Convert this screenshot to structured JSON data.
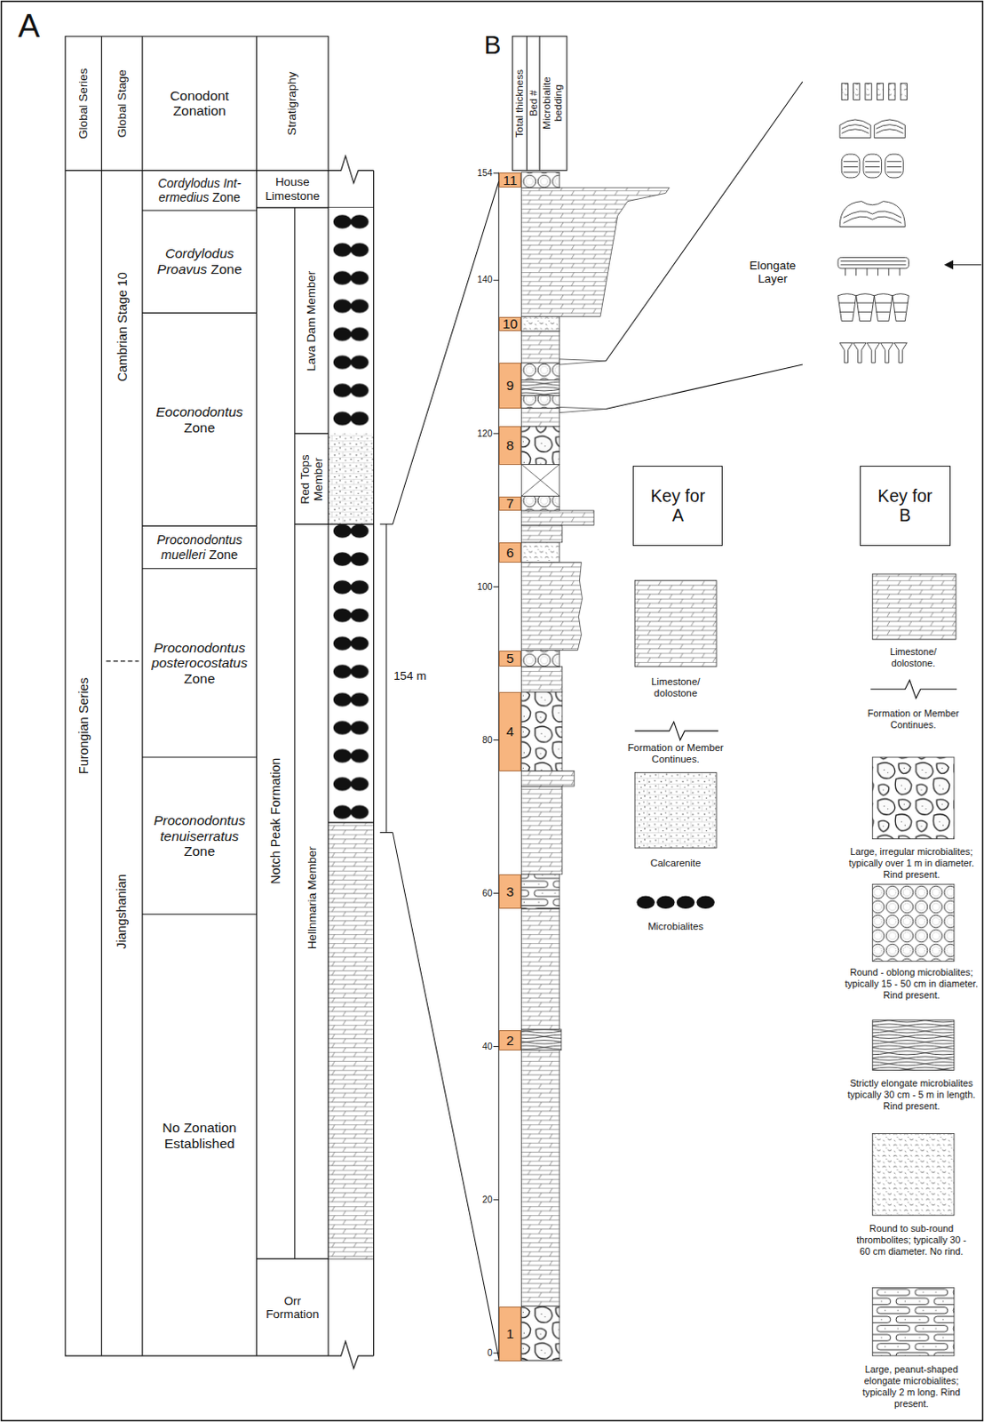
{
  "diagram": {
    "nodes": [
      {
        "text": [
          "Global Series"
        ]
      },
      {
        "text": [
          "Global Stage"
        ]
      },
      {
        "text": [
          "Conodont Zonation"
        ]
      },
      {
        "text": [
          "Stratigraphy"
        ]
      },
      {
        "text": [
          "Furongian Series"
        ]
      },
      {
        "text": [
          "Cambrian Stage 10"
        ]
      },
      {
        "text": [
          "Jiangshanian"
        ]
      },
      {
        "text": [
          "Cordylodus Int- ermedius Zone"
        ]
      },
      {
        "text": [
          "Cordylodus Proavus Zone"
        ]
      },
      {
        "text": [
          "Eoconodontus Zone"
        ]
      },
      {
        "text": [
          "Proconodontus muelleri Zone"
        ]
      },
      {
        "text": [
          "Proconodontus posterocostatus Zone"
        ]
      },
      {
        "text": [
          "Proconodontus tenuiserratus Zone"
        ]
      },
      {
        "text": [
          "No Zonation Established"
        ]
      },
      {
        "text": [
          "House Limestone"
        ]
      },
      {
        "text": [
          "Notch Peak Formation"
        ]
      },
      {
        "text": [
          "Lava Dam Member"
        ],
        "in": 15
      },
      {
        "text": [
          "Red Tops Member"
        ],
        "in": 15
      },
      {
        "text": [
          "Hellnmaria Member"
        ],
        "in": 15
      },
      {
        "text": [
          "Orr Formation"
        ]
      },
      {
        "text": [
          "Total thickness"
        ]
      },
      {
        "text": [
          "Bed #"
        ]
      },
      {
        "text": [
          "Microbialite bedding"
        ]
      },
      {
        "text": [
          "1"
        ]
      },
      {
        "text": [
          "2"
        ]
      },
      {
        "text": [
          "3"
        ]
      },
      {
        "text": [
          "4"
        ]
      },
      {
        "text": [
          "5"
        ]
      },
      {
        "text": [
          "6"
        ]
      },
      {
        "text": [
          "7"
        ]
      },
      {
        "text": [
          "8"
        ]
      },
      {
        "text": [
          "9"
        ]
      },
      {
        "text": [
          "10"
        ]
      },
      {
        "text": [
          "11"
        ]
      },
      {
        "text": [
          "Key for A"
        ]
      },
      {
        "text": [
          "Key for B"
        ]
      }
    ],
    "labels": [
      "A",
      "B",
      "154",
      "140",
      "120",
      "100",
      "80",
      "60",
      "40",
      "20",
      "0",
      "154 m",
      "Elongate Layer"
    ],
    "legend": [
      {
        "text": "Limestone/ dolostone"
      },
      {
        "text": "Formation or Member Continues."
      },
      {
        "text": "Calcarenite"
      },
      {
        "text": "Microbialites"
      },
      {
        "text": "Limestone/ dolostone."
      },
      {
        "text": "Formation or Member Continues."
      },
      {
        "text": "Large, irregular microbialites; typically over 1 m in diameter. Rind present."
      },
      {
        "text": "Round - oblong microbialites; typically 15 - 50 cm in diameter. Rind present."
      },
      {
        "text": "Strictly elongate microbialites typically 30 cm - 5 m in length. Rind present."
      },
      {
        "text": "Round to sub-round thrombolites; typically 30 - 60 cm diameter. No rind."
      },
      {
        "text": "Large, peanut-shaped elongate microbialites; typically 2 m long. Rind present."
      }
    ]
  }
}
